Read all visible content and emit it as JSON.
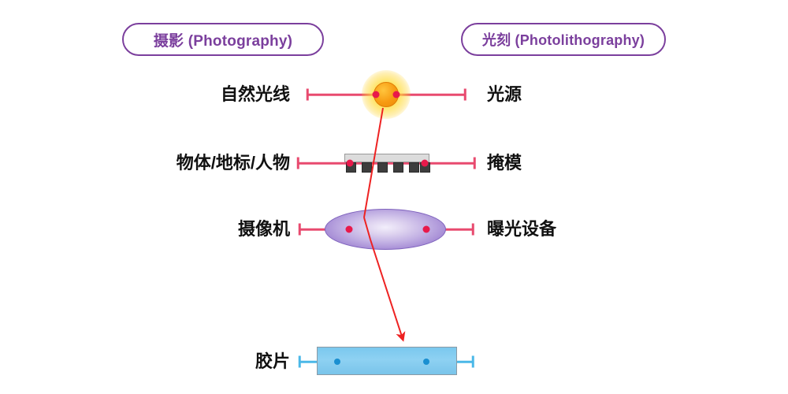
{
  "diagram": {
    "title_left": "摄影 (Photography)",
    "title_right": "光刻 (Photolithography)",
    "colors": {
      "header_purple": "#7b3f9d",
      "dimension_crimson": "#e84a6f",
      "dimension_cyan": "#4bb8e8",
      "ray_red": "#ee2222",
      "light_source_orange": "#f79b12",
      "lens_purple": "#a78ed6",
      "film_blue": "#8ed1f2",
      "mask_gray": "#dcdcdc",
      "mask_block_dark": "#3d3d3d"
    },
    "rows": [
      {
        "id": "light-source",
        "left_label": "自然光线",
        "right_label": "光源",
        "component": "light-source-circle"
      },
      {
        "id": "mask",
        "left_label": "物体/地标/人物",
        "right_label": "掩模",
        "component": "mask-grating"
      },
      {
        "id": "lens",
        "left_label": "摄像机",
        "right_label": "曝光设备",
        "component": "lens-ellipse"
      },
      {
        "id": "film",
        "left_label": "胶片",
        "right_label": "",
        "component": "film-strip"
      }
    ],
    "ray": {
      "name": "light-ray",
      "description": "red light ray from source through mask, refracted at lens, onto film"
    }
  }
}
